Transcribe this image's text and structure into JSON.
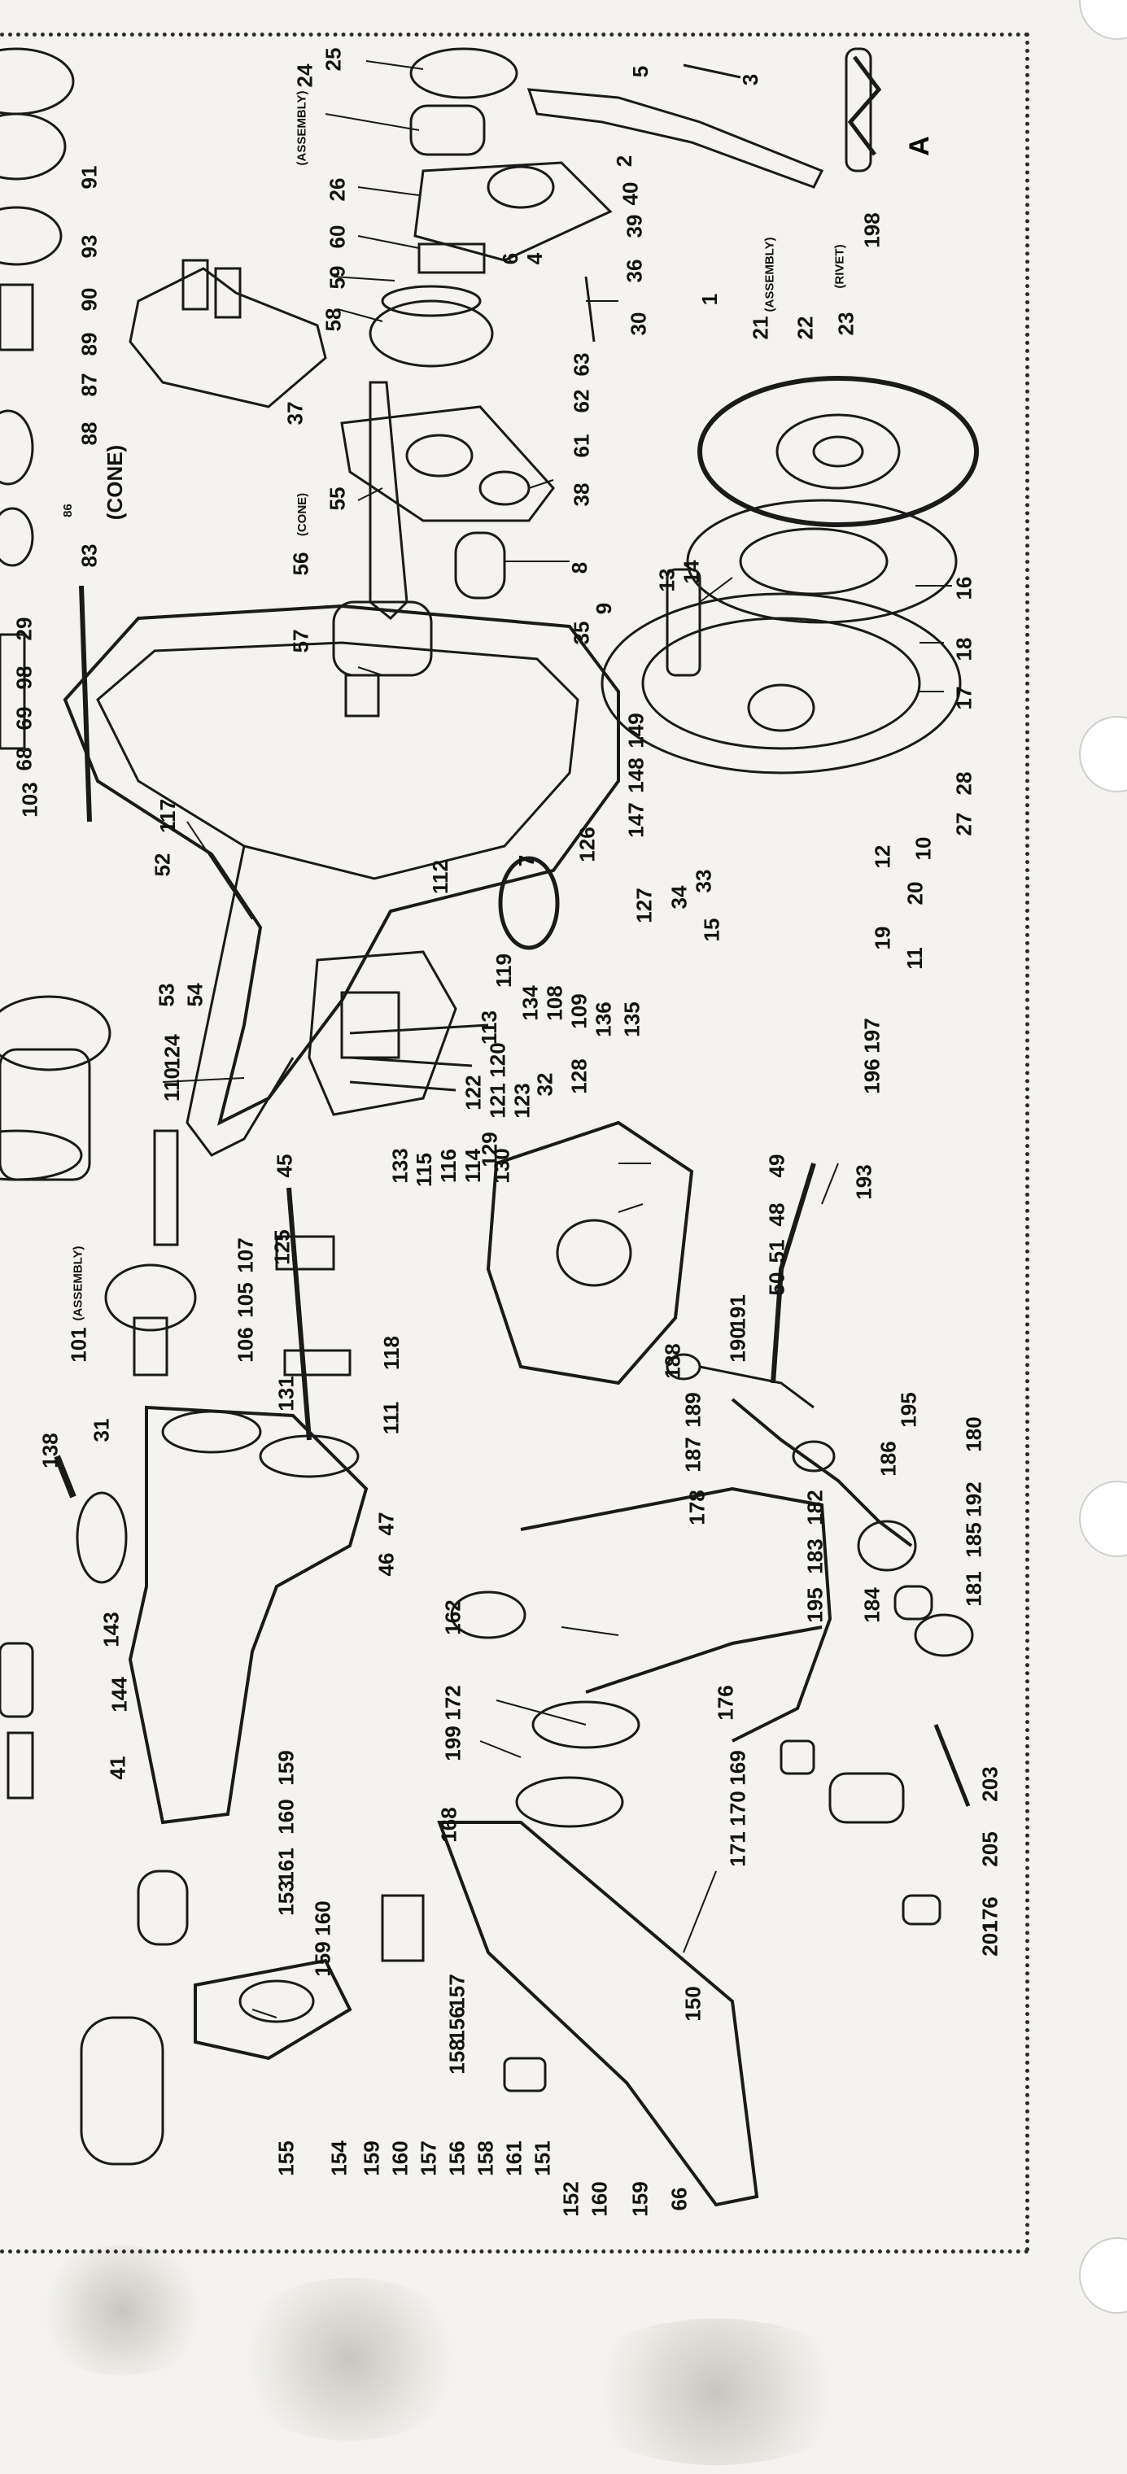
{
  "diagram": {
    "plate_letter": "A",
    "callouts": [
      {
        "id": "25"
      },
      {
        "id": "24"
      },
      {
        "id": "(ASSEMBLY)"
      },
      {
        "id": "26"
      },
      {
        "id": "60"
      },
      {
        "id": "59"
      },
      {
        "id": "58"
      },
      {
        "id": "5"
      },
      {
        "id": "3"
      },
      {
        "id": "40"
      },
      {
        "id": "2"
      },
      {
        "id": "39"
      },
      {
        "id": "36"
      },
      {
        "id": "6"
      },
      {
        "id": "4"
      },
      {
        "id": "30"
      },
      {
        "id": "63"
      },
      {
        "id": "62"
      },
      {
        "id": "61"
      },
      {
        "id": "1"
      },
      {
        "id": "21"
      },
      {
        "id": "(ASSEMBLY)"
      },
      {
        "id": "22"
      },
      {
        "id": "23"
      },
      {
        "id": "(RIVET)"
      },
      {
        "id": "198"
      },
      {
        "id": "37"
      },
      {
        "id": "38"
      },
      {
        "id": "55"
      },
      {
        "id": "56"
      },
      {
        "id": "(CONE)"
      },
      {
        "id": "57"
      },
      {
        "id": "8"
      },
      {
        "id": "35"
      },
      {
        "id": "9"
      },
      {
        "id": "13"
      },
      {
        "id": "14"
      },
      {
        "id": "16"
      },
      {
        "id": "18"
      },
      {
        "id": "17"
      },
      {
        "id": "149"
      },
      {
        "id": "148"
      },
      {
        "id": "147"
      },
      {
        "id": "28"
      },
      {
        "id": "27"
      },
      {
        "id": "10"
      },
      {
        "id": "12"
      },
      {
        "id": "20"
      },
      {
        "id": "19"
      },
      {
        "id": "11"
      },
      {
        "id": "15"
      },
      {
        "id": "33"
      },
      {
        "id": "34"
      },
      {
        "id": "127"
      },
      {
        "id": "126"
      },
      {
        "id": "7"
      },
      {
        "id": "117"
      },
      {
        "id": "52"
      },
      {
        "id": "53"
      },
      {
        "id": "54"
      },
      {
        "id": "112"
      },
      {
        "id": "119"
      },
      {
        "id": "134"
      },
      {
        "id": "108"
      },
      {
        "id": "109"
      },
      {
        "id": "136"
      },
      {
        "id": "135"
      },
      {
        "id": "113"
      },
      {
        "id": "120"
      },
      {
        "id": "124"
      },
      {
        "id": "110"
      },
      {
        "id": "122"
      },
      {
        "id": "121"
      },
      {
        "id": "123"
      },
      {
        "id": "32"
      },
      {
        "id": "128"
      },
      {
        "id": "197"
      },
      {
        "id": "196"
      },
      {
        "id": "129"
      },
      {
        "id": "130"
      },
      {
        "id": "133"
      },
      {
        "id": "115"
      },
      {
        "id": "116"
      },
      {
        "id": "114"
      },
      {
        "id": "45"
      },
      {
        "id": "125"
      },
      {
        "id": "49"
      },
      {
        "id": "48"
      },
      {
        "id": "51"
      },
      {
        "id": "50"
      },
      {
        "id": "193"
      },
      {
        "id": "107"
      },
      {
        "id": "105"
      },
      {
        "id": "106"
      },
      {
        "id": "101"
      },
      {
        "id": "(ASSEMBLY)"
      },
      {
        "id": "118"
      },
      {
        "id": "131"
      },
      {
        "id": "111"
      },
      {
        "id": "191"
      },
      {
        "id": "190"
      },
      {
        "id": "188"
      },
      {
        "id": "189"
      },
      {
        "id": "187"
      },
      {
        "id": "178"
      },
      {
        "id": "195"
      },
      {
        "id": "186"
      },
      {
        "id": "180"
      },
      {
        "id": "182"
      },
      {
        "id": "183"
      },
      {
        "id": "192"
      },
      {
        "id": "185"
      },
      {
        "id": "181"
      },
      {
        "id": "184"
      },
      {
        "id": "195"
      },
      {
        "id": "138"
      },
      {
        "id": "31"
      },
      {
        "id": "47"
      },
      {
        "id": "46"
      },
      {
        "id": "143"
      },
      {
        "id": "144"
      },
      {
        "id": "41"
      },
      {
        "id": "162"
      },
      {
        "id": "172"
      },
      {
        "id": "199"
      },
      {
        "id": "176"
      },
      {
        "id": "159"
      },
      {
        "id": "160"
      },
      {
        "id": "168"
      },
      {
        "id": "169"
      },
      {
        "id": "170"
      },
      {
        "id": "171"
      },
      {
        "id": "201"
      },
      {
        "id": "203"
      },
      {
        "id": "205"
      },
      {
        "id": "176"
      },
      {
        "id": "161"
      },
      {
        "id": "153"
      },
      {
        "id": "160"
      },
      {
        "id": "159"
      },
      {
        "id": "157"
      },
      {
        "id": "156"
      },
      {
        "id": "158"
      },
      {
        "id": "150"
      },
      {
        "id": "155"
      },
      {
        "id": "154"
      },
      {
        "id": "159"
      },
      {
        "id": "160"
      },
      {
        "id": "157"
      },
      {
        "id": "156"
      },
      {
        "id": "158"
      },
      {
        "id": "161"
      },
      {
        "id": "151"
      },
      {
        "id": "152"
      },
      {
        "id": "160"
      },
      {
        "id": "159"
      },
      {
        "id": "66"
      },
      {
        "id": "91"
      },
      {
        "id": "93"
      },
      {
        "id": "90"
      },
      {
        "id": "89"
      },
      {
        "id": "87"
      },
      {
        "id": "88"
      },
      {
        "id": "(CONE)"
      },
      {
        "id": "86"
      },
      {
        "id": "83"
      },
      {
        "id": "29"
      },
      {
        "id": "98"
      },
      {
        "id": "69"
      },
      {
        "id": "68"
      },
      {
        "id": "103"
      }
    ]
  }
}
